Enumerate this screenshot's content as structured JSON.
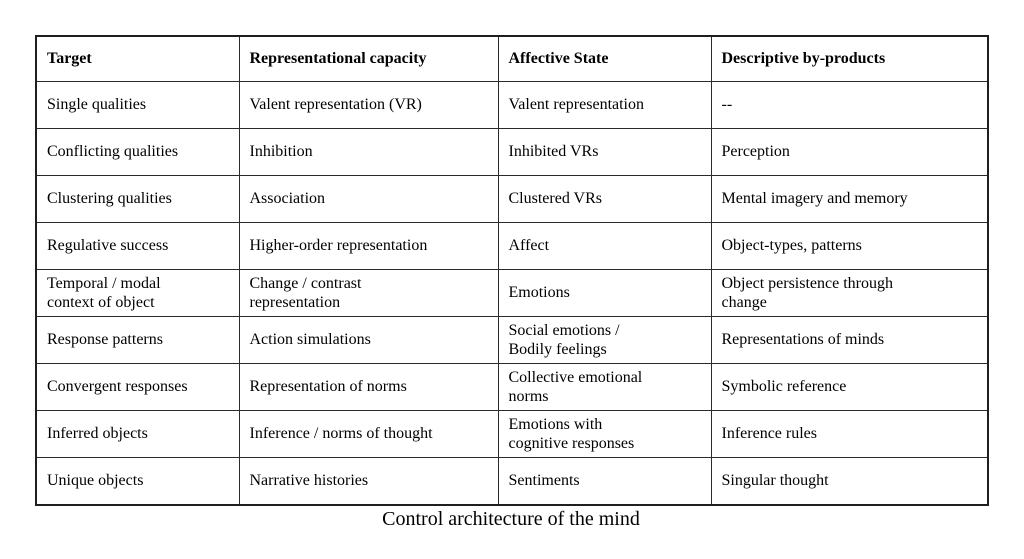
{
  "table": {
    "headers": [
      "Target",
      "Representational capacity",
      "Affective State",
      "Descriptive by-products"
    ],
    "rows": [
      [
        "Single qualities",
        "Valent representation (VR)",
        "Valent representation",
        "--"
      ],
      [
        "Conflicting qualities",
        "Inhibition",
        "Inhibited VRs",
        "Perception"
      ],
      [
        "Clustering qualities",
        "Association",
        "Clustered VRs",
        "Mental imagery and memory"
      ],
      [
        "Regulative success",
        "Higher-order representation",
        "Affect",
        "Object-types, patterns"
      ],
      [
        "Temporal / modal\ncontext of object",
        "Change / contrast\nrepresentation",
        "Emotions",
        "Object persistence through\nchange"
      ],
      [
        "Response patterns",
        "Action simulations",
        "Social emotions /\nBodily feelings",
        "Representations of minds"
      ],
      [
        "Convergent responses",
        "Representation of norms",
        "Collective emotional\nnorms",
        "Symbolic reference"
      ],
      [
        "Inferred objects",
        "Inference / norms of thought",
        "Emotions with\ncognitive responses",
        "Inference rules"
      ],
      [
        "Unique objects",
        "Narrative histories",
        "Sentiments",
        "Singular thought"
      ]
    ]
  },
  "caption": "Control architecture of the mind",
  "colors": {
    "border_outer": "#1f1f1f",
    "border_inner": "#2b2b2b",
    "text": "#000000",
    "background": "#ffffff"
  }
}
